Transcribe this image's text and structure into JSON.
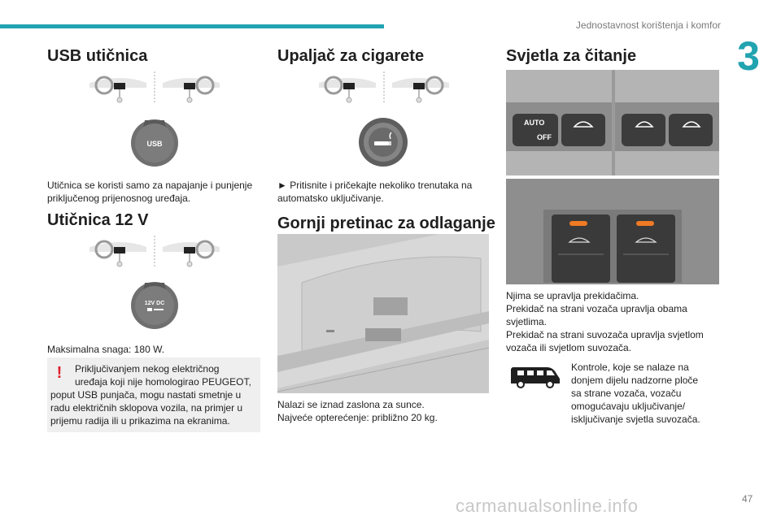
{
  "header": {
    "section_title": "Jednostavnost korištenja i komfor",
    "chapter_number": "3"
  },
  "col1": {
    "usb_title": "USB utičnica",
    "usb_socket_label": "USB",
    "usb_text": "Utičnica se koristi samo za napajanje i punjenje priključenog prijenosnog uređaja.",
    "socket12_title": "Utičnica 12 V",
    "socket12_label": "12V DC",
    "max_power": "Maksimalna snaga: 180 W.",
    "warning_lines": [
      "Priključivanjem nekog električnog",
      "uređaja koji nije homologirao PEUGEOT,",
      "poput USB punjača, mogu nastati smetnje u",
      "radu električnih sklopova vozila, na primjer u",
      "prijemu radija ili u prikazima na ekranima."
    ]
  },
  "col2": {
    "lighter_title": "Upaljač za cigarete",
    "lighter_text_lines": [
      "► Pritisnite i pričekajte nekoliko trenutaka na",
      "automatsko uključivanje."
    ],
    "storage_title": "Gornji pretinac za odlaganje",
    "storage_text_lines": [
      "Nalazi se iznad zaslona za sunce.",
      "Najveće opterećenje: približno 20 kg."
    ]
  },
  "col3": {
    "reading_title": "Svjetla za čitanje",
    "auto_label": "AUTO",
    "off_label": "OFF",
    "reading_text_lines": [
      "Njima se upravlja prekidačima.",
      "Prekidač na strani vozača upravlja obama",
      "svjetlima.",
      "Prekidač na strani suvozača upravlja svjetlom",
      "vozača ili svjetlom suvozača."
    ],
    "van_text_lines": [
      "Kontrole, koje se nalaze na",
      "donjem dijelu nadzorne ploče",
      "sa strane vozača, vozaču",
      "omogućavaju uključivanje/",
      "isključivanje svjetla suvozača."
    ]
  },
  "footer": {
    "page_number": "47",
    "watermark": "carmanualsonline.info"
  },
  "colors": {
    "accent": "#21a3b0",
    "warning": "#e0202d",
    "note_bg": "#efefef"
  }
}
